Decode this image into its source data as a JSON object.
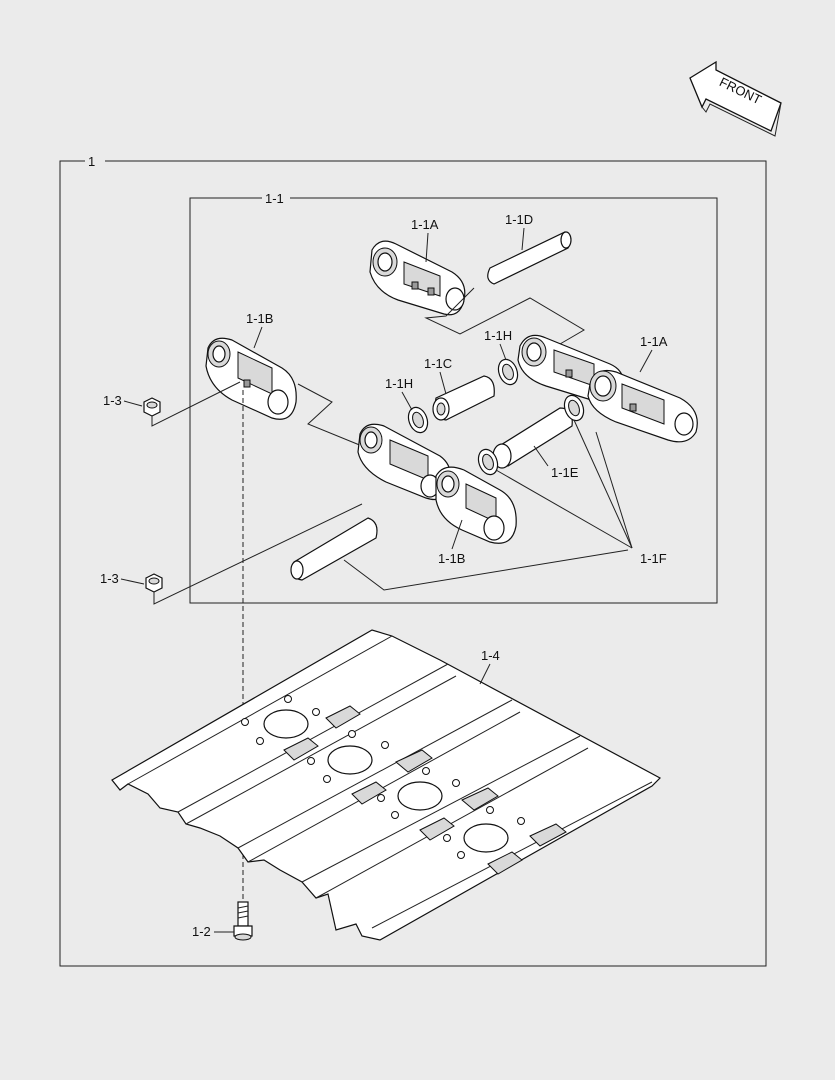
{
  "front_label": "FRONT",
  "labels": {
    "assembly": "1",
    "link_assembly": "1-1",
    "link_a_top": "1-1A",
    "link_a_right": "1-1A",
    "pin": "1-1D",
    "link_b_top": "1-1B",
    "link_b_bottom": "1-1B",
    "seal_h_upper": "1-1H",
    "seal_h_lower": "1-1H",
    "bushing": "1-1C",
    "bushing_e": "1-1E",
    "seal_f": "1-1F",
    "nut_upper": "1-3",
    "nut_lower": "1-3",
    "shoe": "1-4",
    "bolt": "1-2"
  }
}
